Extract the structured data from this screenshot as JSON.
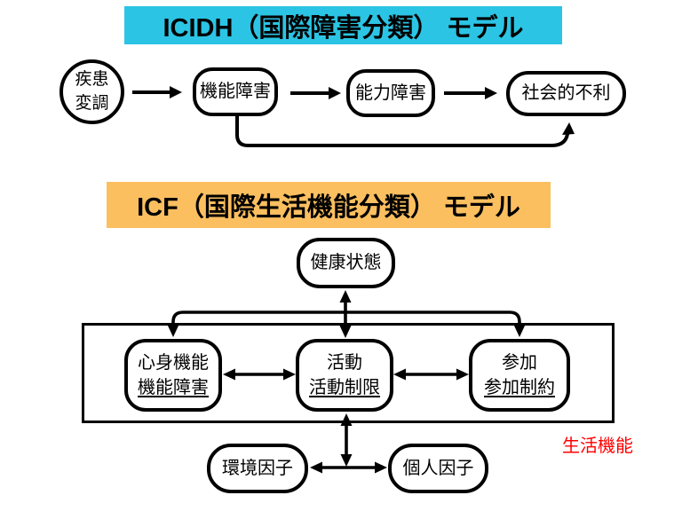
{
  "icidh": {
    "title": "ICIDH（国際障害分類） モデル",
    "banner_color": "#2BC4E4",
    "nodes": [
      {
        "label_line1": "疾患",
        "label_line2": "変調"
      },
      {
        "label": "機能障害"
      },
      {
        "label": "能力障害"
      },
      {
        "label": "社会的不利"
      }
    ]
  },
  "icf": {
    "title": "ICF（国際生活機能分類） モデル",
    "banner_color": "#FBBF60",
    "health_state": "健康状態",
    "domains": [
      {
        "line1": "心身機能",
        "line2": "機能障害"
      },
      {
        "line1": "活動",
        "line2": "活動制限"
      },
      {
        "line1": "参加",
        "line2": "参加制約"
      }
    ],
    "environment_factor": "環境因子",
    "personal_factor": "個人因子",
    "life_function_label": "生活機能",
    "life_function_color": "#FF0000"
  },
  "line_color": "#000000"
}
